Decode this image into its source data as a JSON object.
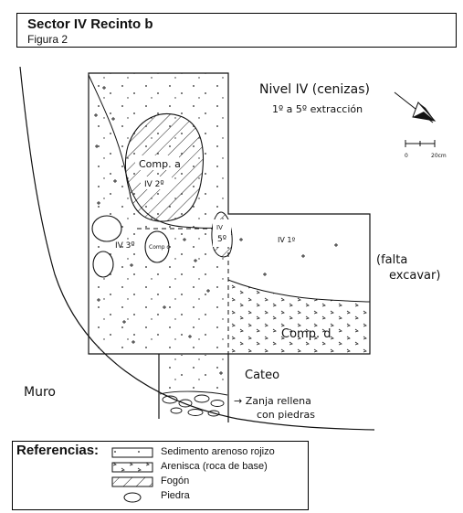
{
  "header": {
    "title": "Sector IV Recinto b",
    "subtitle": "Figura 2"
  },
  "plan": {
    "level_label": "Nivel IV (cenizas)",
    "extraction_label": "1º a 5º extracción",
    "scale_zero": "0",
    "scale_end": "20cm",
    "comp_a": "Comp. a",
    "iv2": "IV 2º",
    "iv3": "IV 3º",
    "comp_c": "Comp c",
    "iv5_top": "IV",
    "iv5_bottom": "5º",
    "iv1": "IV 1º",
    "falta_line1": "(falta",
    "falta_line2": "excavar)",
    "comp_d": "Comp. d",
    "cateo": "Cateo",
    "muro": "Muro",
    "zanja_line1": "→ Zanja rellena",
    "zanja_line2": "con piedras"
  },
  "legend": {
    "title": "Referencias:",
    "items": [
      "Sedimento arenoso rojizo",
      "Arenisca (roca de base)",
      "Fogón",
      "Piedra"
    ]
  }
}
